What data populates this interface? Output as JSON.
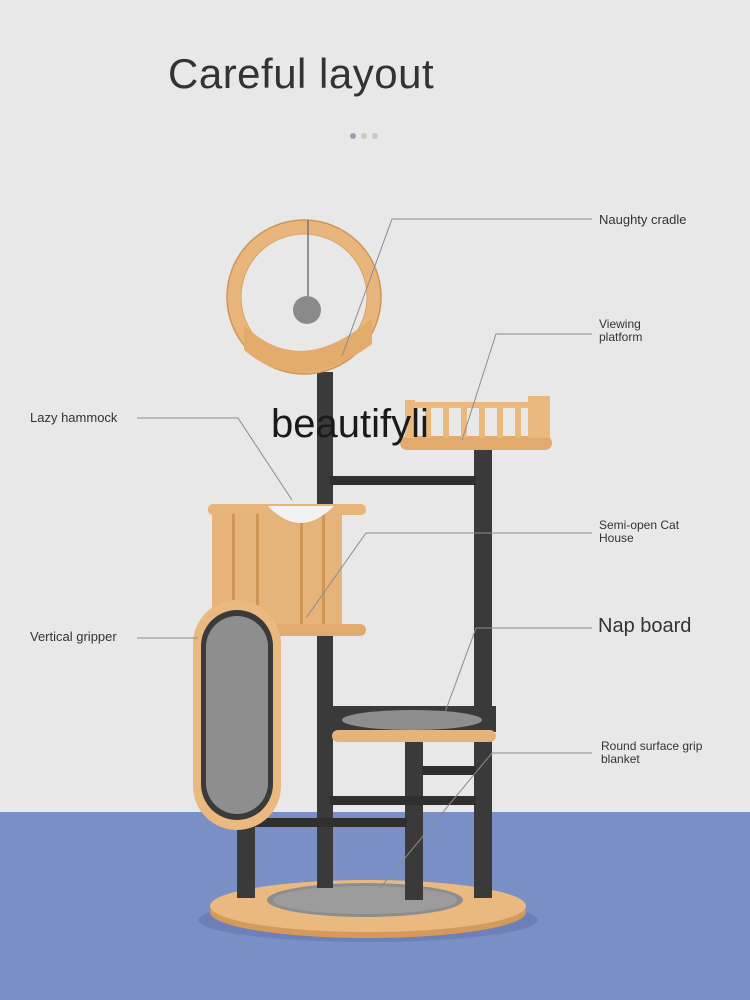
{
  "title": "Careful layout",
  "carousel": {
    "total": 3,
    "active": 1
  },
  "watermark": "beautifyli",
  "labels": {
    "naughty_cradle": "Naughty cradle",
    "viewing_platform_line1": "Viewing",
    "viewing_platform_line2": "platform",
    "lazy_hammock": "Lazy hammock",
    "semi_open_line1": "Semi-open Cat",
    "semi_open_line2": "House",
    "vertical_gripper": "Vertical gripper",
    "nap_board": "Nap board",
    "round_grip_line1": "Round surface grip",
    "round_grip_line2": "blanket"
  },
  "colors": {
    "wall": "#e8e8e8",
    "floor": "#7b8fc7",
    "wood": "#e6b37a",
    "wood_dark": "#c98f52",
    "metal": "#3a3a3a",
    "sisal": "#8a8a8a",
    "callout_line": "#8c8c8c"
  }
}
